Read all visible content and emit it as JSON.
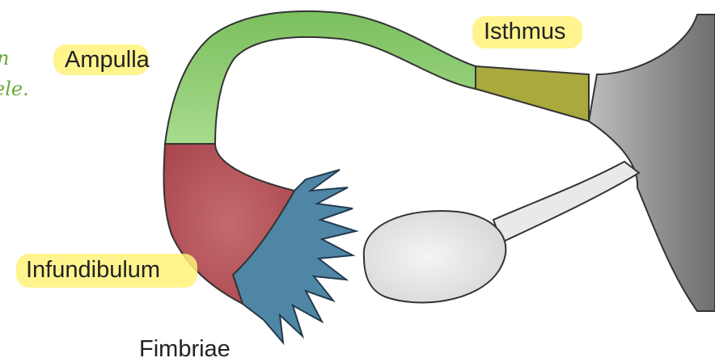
{
  "labels": {
    "ampulla": "Ampulla",
    "isthmus": "Isthmus",
    "infundibulum": "Infundibulum",
    "fimbriae": "Fimbriae"
  },
  "colors": {
    "ampulla": "#8fcc74",
    "isthmus": "#a9a93e",
    "infundibulum": "#b84e55",
    "fimbriae": "#4f86a6",
    "uterus": "#8c8c8c",
    "ovary": "#e6e6e6",
    "highlight": "#fff27a",
    "annotation": "#6aa83a"
  }
}
